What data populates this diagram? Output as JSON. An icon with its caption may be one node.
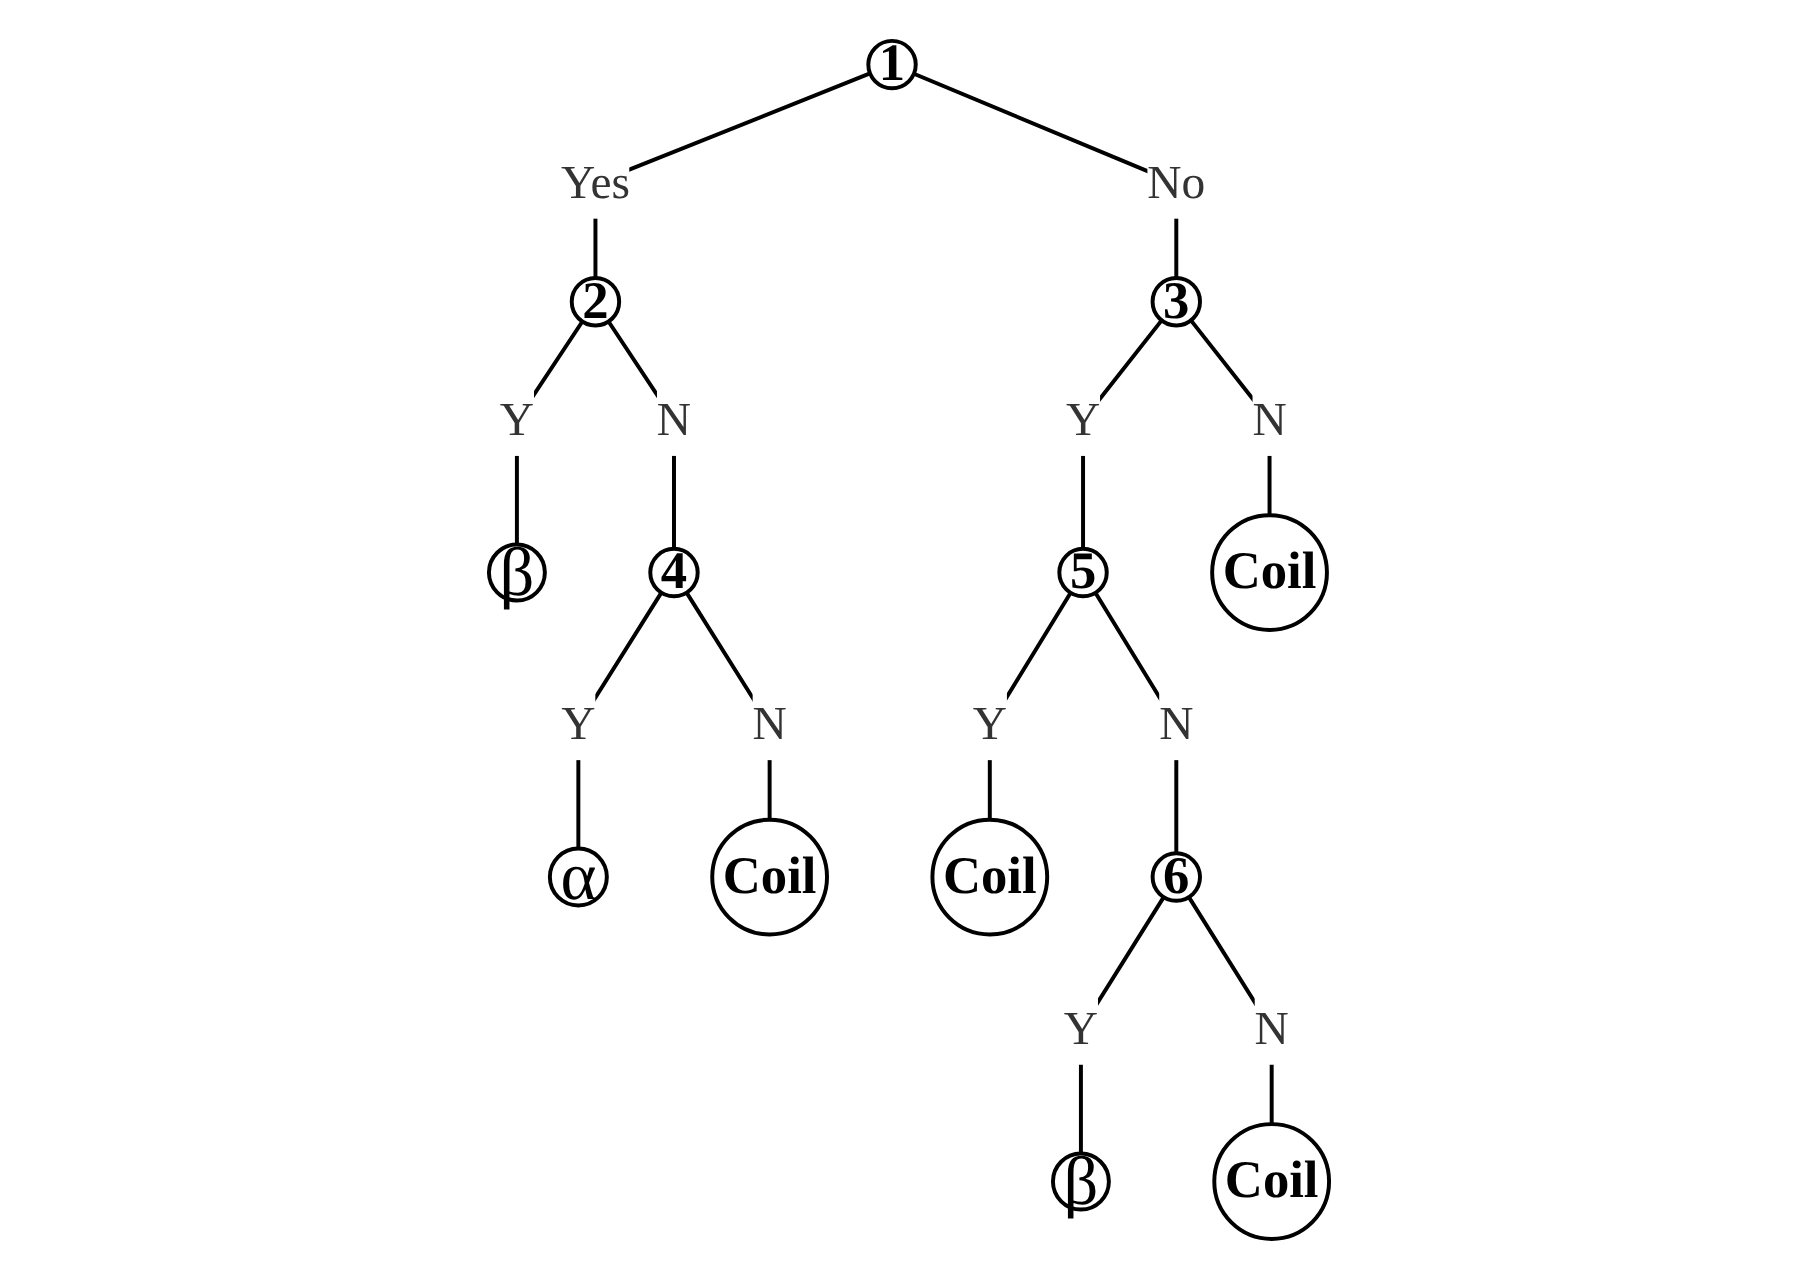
{
  "diagram": {
    "nodes": [
      {
        "text": [
          "1"
        ]
      },
      {
        "text": [
          "2"
        ]
      },
      {
        "text": [
          "3"
        ]
      },
      {
        "text": [
          "β"
        ]
      },
      {
        "text": [
          "4"
        ]
      },
      {
        "text": [
          "5"
        ]
      },
      {
        "text": [
          "Coil"
        ]
      },
      {
        "text": [
          "α"
        ]
      },
      {
        "text": [
          "Coil"
        ]
      },
      {
        "text": [
          "Coil"
        ]
      },
      {
        "text": [
          "6"
        ]
      },
      {
        "text": [
          "β"
        ]
      },
      {
        "text": [
          "Coil"
        ]
      }
    ],
    "edges": [
      {
        "from": 0,
        "to": 1,
        "arrow": "none",
        "label": "Yes"
      },
      {
        "from": 0,
        "to": 2,
        "arrow": "none",
        "label": "No"
      },
      {
        "from": 1,
        "to": 3,
        "arrow": "none",
        "label": "Y"
      },
      {
        "from": 1,
        "to": 4,
        "arrow": "none",
        "label": "N"
      },
      {
        "from": 2,
        "to": 5,
        "arrow": "none",
        "label": "Y"
      },
      {
        "from": 2,
        "to": 6,
        "arrow": "none",
        "label": "N"
      },
      {
        "from": 4,
        "to": 7,
        "arrow": "none",
        "label": "Y"
      },
      {
        "from": 4,
        "to": 8,
        "arrow": "none",
        "label": "N"
      },
      {
        "from": 5,
        "to": 9,
        "arrow": "none",
        "label": "Y"
      },
      {
        "from": 5,
        "to": 10,
        "arrow": "none",
        "label": "N"
      },
      {
        "from": 10,
        "to": 11,
        "arrow": "none",
        "label": "Y"
      },
      {
        "from": 10,
        "to": 12,
        "arrow": "none",
        "label": "N"
      }
    ]
  }
}
